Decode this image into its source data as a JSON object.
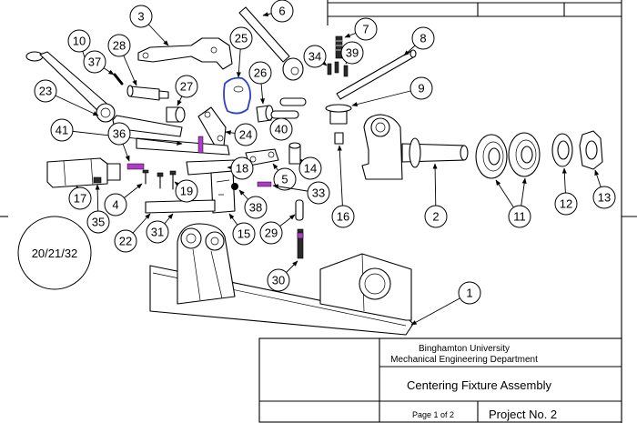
{
  "drawing": {
    "callouts": {
      "part_1": "1",
      "part_2": "2",
      "part_3": "3",
      "part_4": "4",
      "part_5": "5",
      "part_6": "6",
      "part_7": "7",
      "part_8": "8",
      "part_9": "9",
      "part_10": "10",
      "part_11": "11",
      "part_12": "12",
      "part_13": "13",
      "part_14": "14",
      "part_15": "15",
      "part_16": "16",
      "part_17": "17",
      "part_18": "18",
      "part_19": "19",
      "part_22": "22",
      "part_23": "23",
      "part_24": "24",
      "part_25": "25",
      "part_26": "26",
      "part_27": "27",
      "part_28": "28",
      "part_29": "29",
      "part_30": "30",
      "part_31": "31",
      "part_33": "33",
      "part_34": "34",
      "part_35": "35",
      "part_36": "36",
      "part_37": "37",
      "part_38": "38",
      "part_39": "39",
      "part_40": "40",
      "part_41": "41"
    },
    "group_callout": "20/21/32"
  },
  "title_block": {
    "institution": "Binghamton University",
    "department": "Mechanical Engineering Department",
    "drawing_title": "Centering Fixture Assembly",
    "page": "Page 1 of 2",
    "project": "Project No. 2"
  },
  "colors": {
    "line": "#000000",
    "cam_highlight": "#2b3fd0",
    "screw_highlight": "#b13bc9"
  }
}
